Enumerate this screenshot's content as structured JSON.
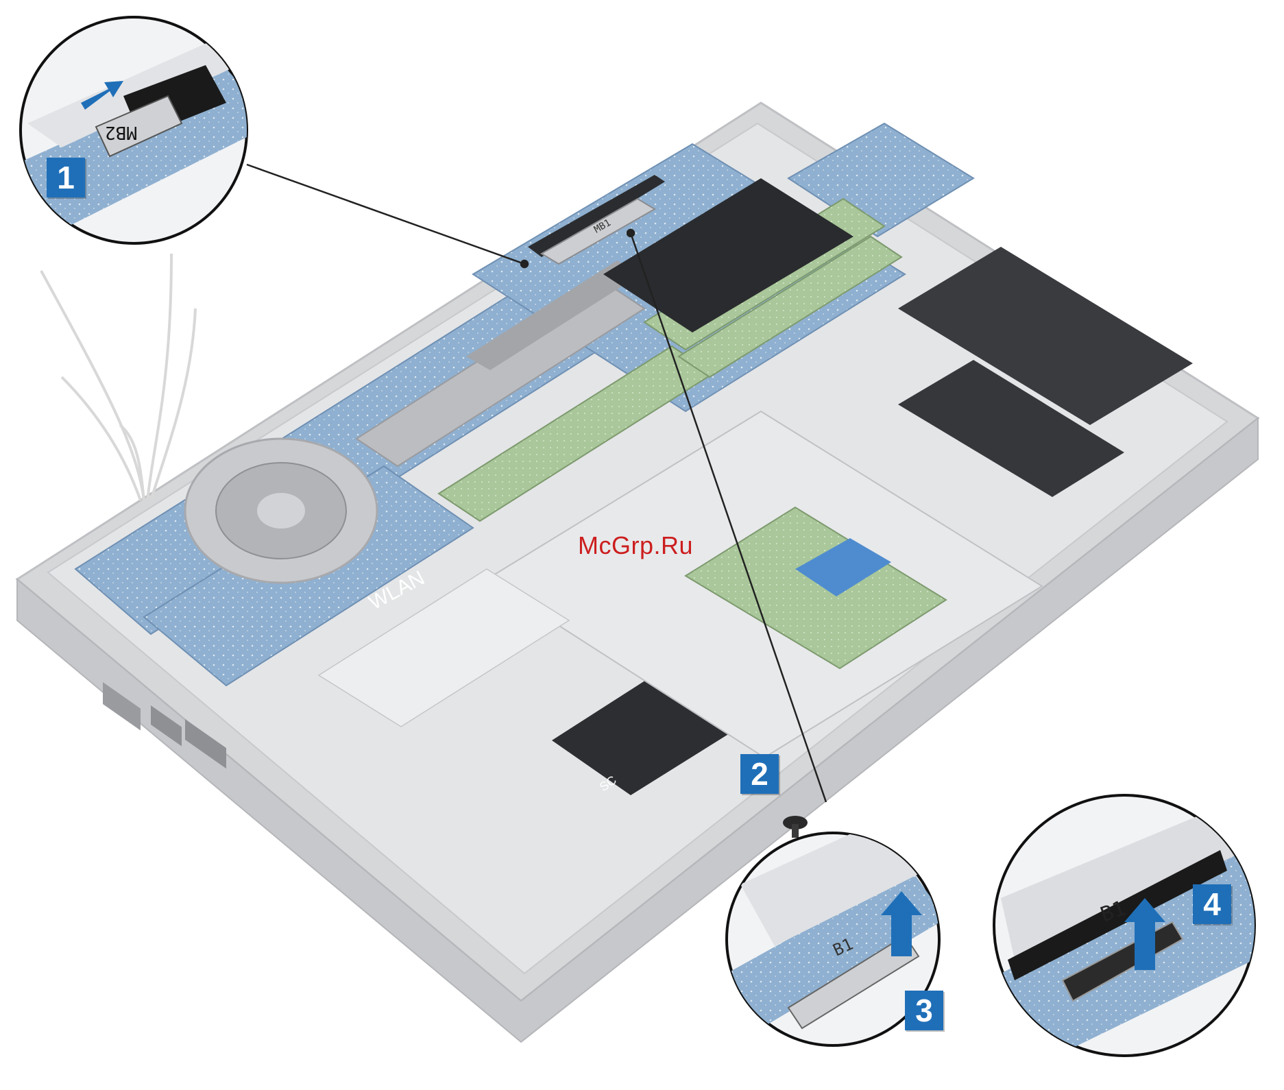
{
  "watermark": "McGrp.Ru",
  "steps": [
    {
      "number": "1",
      "callout": "top-left"
    },
    {
      "number": "2",
      "callout": "screw"
    },
    {
      "number": "3",
      "callout": "bottom-middle"
    },
    {
      "number": "4",
      "callout": "bottom-right"
    }
  ],
  "labels": {
    "connector_top": "MB2",
    "connector_bracket": "MB1",
    "connector_callout3": "B1",
    "connector_callout4": "B1",
    "wlan": "WLAN",
    "sc": "SC"
  },
  "colors": {
    "badge": "#1f6fb8",
    "arrow": "#1f6fb8",
    "board": "#7aa0c4",
    "chassis": "#d9dadc"
  }
}
